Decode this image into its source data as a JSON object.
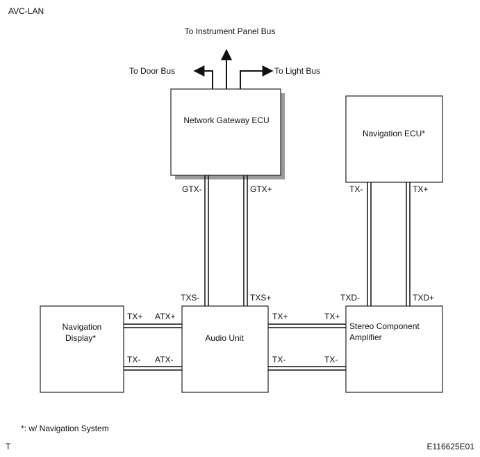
{
  "title": "AVC-LAN",
  "buses": {
    "instrument_panel": "To Instrument Panel Bus",
    "door": "To Door Bus",
    "light": "To Light Bus"
  },
  "components": {
    "gateway": "Network Gateway ECU",
    "nav_ecu": "Navigation ECU*",
    "nav_display_line1": "Navigation",
    "nav_display_line2": "Display*",
    "audio": "Audio Unit",
    "amp_line1": "Stereo Component",
    "amp_line2": "Amplifier"
  },
  "terminals": {
    "gtx_minus": "GTX-",
    "gtx_plus": "GTX+",
    "nav_tx_minus": "TX-",
    "nav_tx_plus": "TX+",
    "txs_minus": "TXS-",
    "txs_plus": "TXS+",
    "txd_minus": "TXD-",
    "txd_plus": "TXD+",
    "disp_tx_plus": "TX+",
    "disp_tx_minus": "TX-",
    "atx_plus": "ATX+",
    "atx_minus": "ATX-",
    "audio_tx_plus": "TX+",
    "audio_tx_minus": "TX-",
    "amp_tx_plus": "TX+",
    "amp_tx_minus": "TX-"
  },
  "footnote": "*: w/ Navigation System",
  "corner_mark": "T",
  "figure_id": "E116625E01"
}
